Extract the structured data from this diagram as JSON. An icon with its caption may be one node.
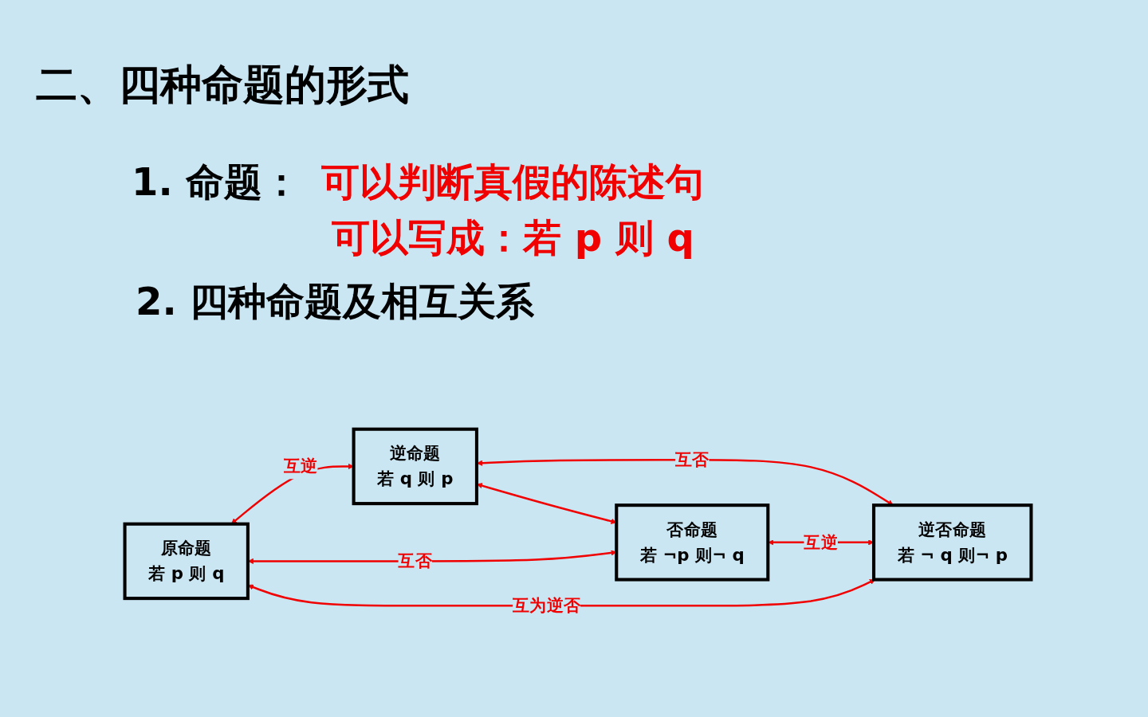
{
  "diagram": {
    "title": "二、四种命题的形式",
    "nodes": [
      {
        "text": [
          "原命题",
          "若 p 则 q"
        ]
      },
      {
        "text": [
          "逆命题",
          "若 q 则 p"
        ]
      },
      {
        "text": [
          "否命题",
          "若 ¬p 则¬ q"
        ]
      },
      {
        "text": [
          "逆否命题",
          "若 ¬ q 则¬ p"
        ]
      }
    ],
    "edges": [
      {
        "from": 0,
        "to": 1,
        "arrow": "both",
        "label": "互逆"
      },
      {
        "from": 0,
        "to": 2,
        "arrow": "both",
        "label": "互否"
      },
      {
        "from": 1,
        "to": 3,
        "arrow": "both",
        "label": "互否"
      },
      {
        "from": 2,
        "to": 3,
        "arrow": "both",
        "label": "互逆"
      },
      {
        "from": 0,
        "to": 3,
        "arrow": "both",
        "label": "互为逆否"
      },
      {
        "from": 1,
        "to": 2,
        "arrow": "both"
      }
    ],
    "labels": [
      "1. 命题：",
      "可以判断真假的陈述句",
      "可以写成：若 p 则 q",
      "2. 四种命题及相互关系"
    ]
  }
}
